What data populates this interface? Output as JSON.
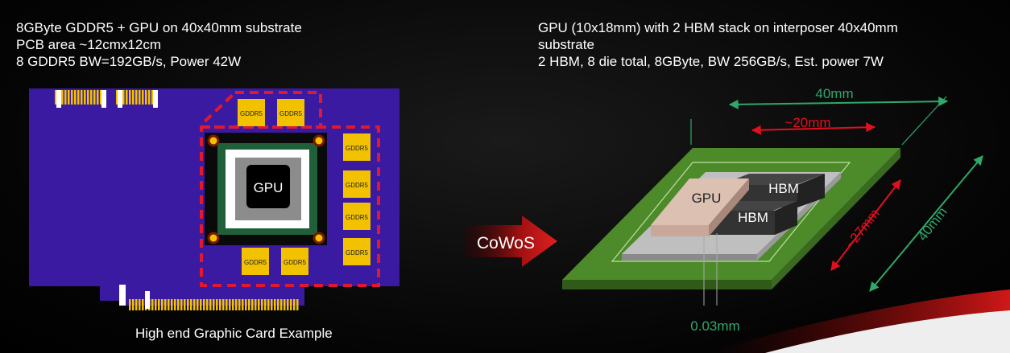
{
  "left_text": {
    "line1": "8GByte GDDR5 + GPU on 40x40mm substrate",
    "line2": "PCB area ~12cmx12cm",
    "line3": "8 GDDR5  BW=192GB/s, Power 42W"
  },
  "right_text": {
    "line1": "GPU (10x18mm) with 2 HBM stack on interposer   40x40mm",
    "line2": "substrate",
    "line3": "2 HBM, 8 die total, 8GByte, BW 256GB/s, Est. power 7W"
  },
  "card": {
    "gpu_label": "GPU",
    "chip_label": "GDDR5",
    "caption": "High end Graphic Card Example",
    "colors": {
      "pcb": "#3a1aa0",
      "chip": "#f2c200",
      "dashed": "#e01830"
    }
  },
  "arrow": {
    "label": "CoWoS",
    "color": "#b01010"
  },
  "package": {
    "gpu_label": "GPU",
    "hbm_top_label": "HBM",
    "hbm_bottom_label": "HBM",
    "dim_40_top": "40mm",
    "dim_20": "~20mm",
    "dim_27": "~27mm",
    "dim_40_right": "40mm",
    "dim_gap": "0.03mm",
    "colors": {
      "substrate": "#4c8a2a",
      "dim_green": "#2fa86a",
      "dim_red": "#e01020",
      "gpu": "#c9a89a"
    }
  }
}
